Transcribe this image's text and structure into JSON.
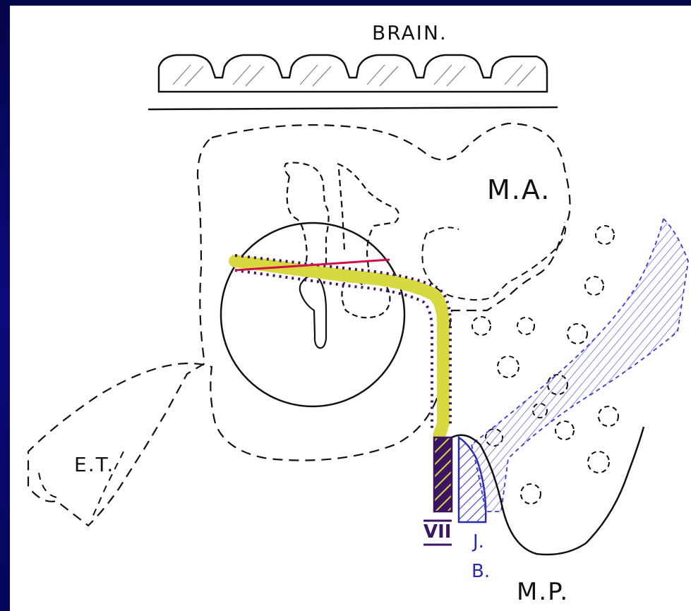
{
  "labels": {
    "brain": "BRAIN.",
    "mastoid_antrum": "M.A.",
    "eustachian_tube": "E.T.",
    "mastoid_process": "M.P.",
    "facial_nerve": "VII",
    "jugular_bulb_1": "J.",
    "jugular_bulb_2": "B."
  },
  "colors": {
    "background": "#0a0a6e",
    "paper": "#ffffff",
    "ink": "#111111",
    "facial_nerve_yellow": "#d8d840",
    "facial_nerve_purple": "#3c1464",
    "red_line": "#d0104a",
    "blue_hatch": "#3a3ad0"
  }
}
